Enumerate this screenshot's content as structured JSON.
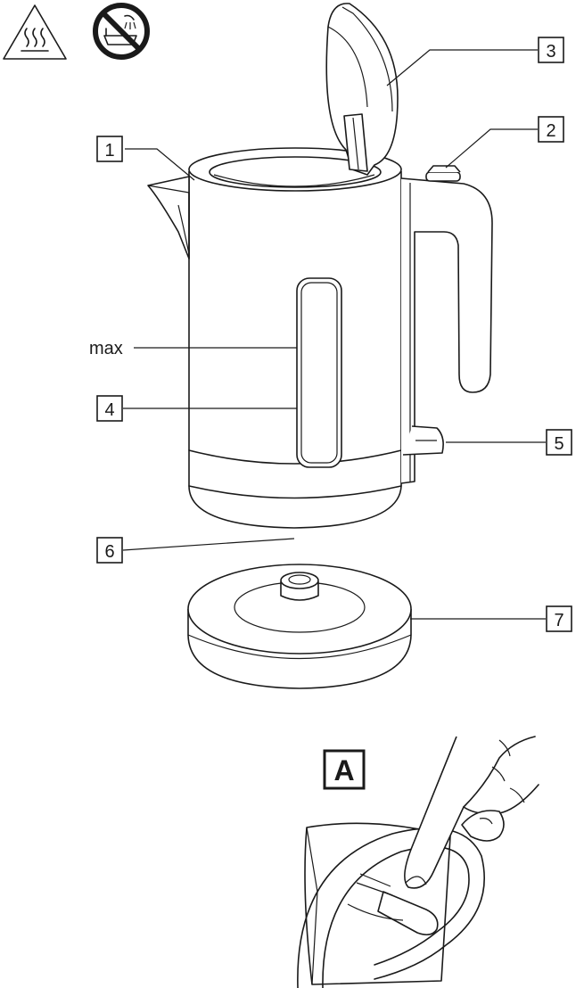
{
  "callouts": [
    {
      "label": "1"
    },
    {
      "label": "2"
    },
    {
      "label": "3"
    },
    {
      "label": "4"
    },
    {
      "label": "5"
    },
    {
      "label": "6"
    },
    {
      "label": "7"
    }
  ],
  "max_label": "max",
  "figure_label": "A",
  "icons": [
    "hot-surface-warning-icon",
    "no-immersion-icon"
  ]
}
